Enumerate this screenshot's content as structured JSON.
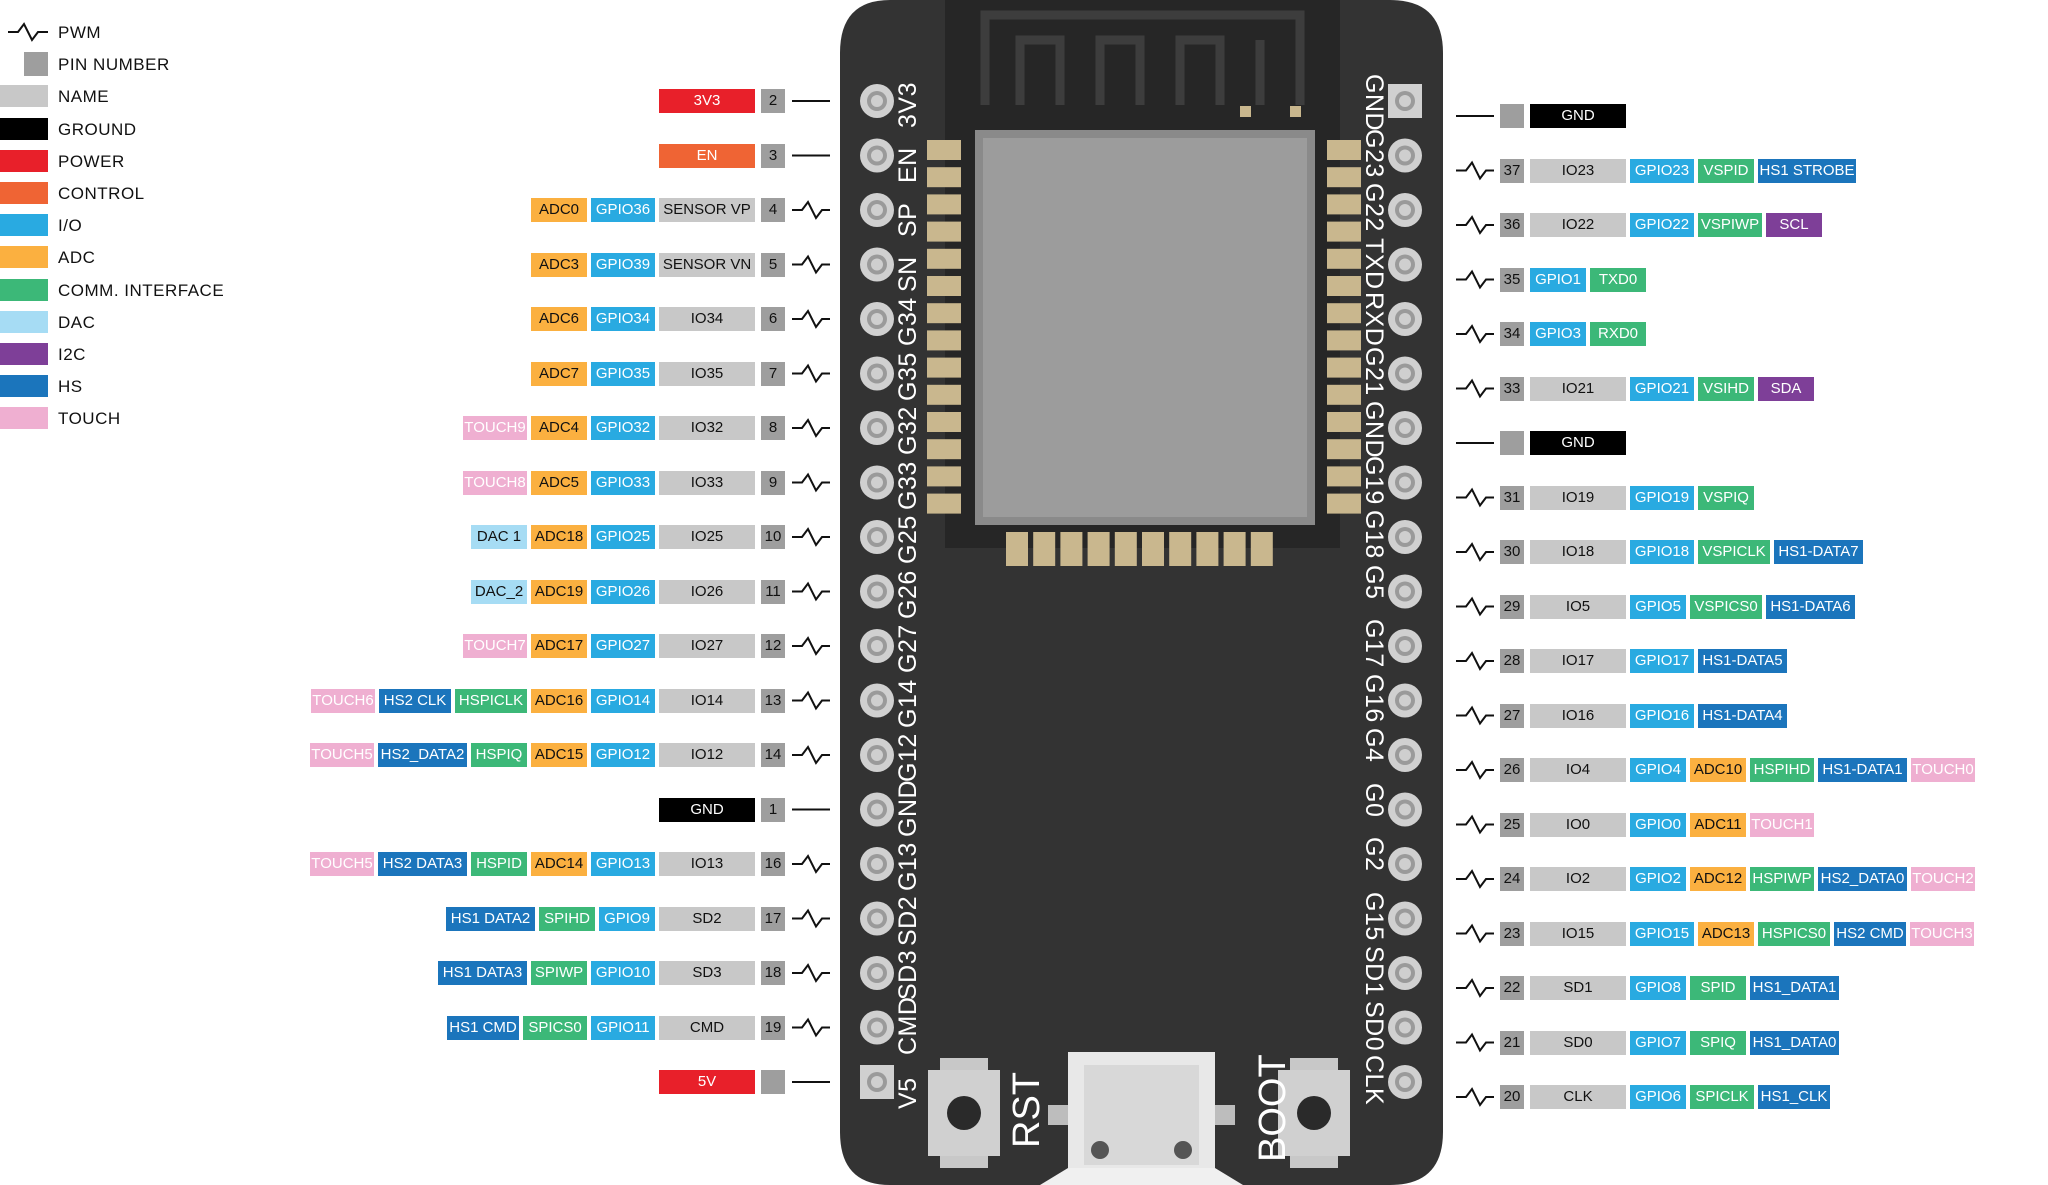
{
  "legend": [
    {
      "label": "PWM",
      "kind": "pwm",
      "color": ""
    },
    {
      "label": "PIN NUMBER",
      "kind": "pin",
      "color": "#9e9e9e"
    },
    {
      "label": "NAME",
      "kind": "box",
      "color": "#c8c8c8"
    },
    {
      "label": "GROUND",
      "kind": "box",
      "color": "#000000"
    },
    {
      "label": "POWER",
      "kind": "box",
      "color": "#e8202a"
    },
    {
      "label": "CONTROL",
      "kind": "box",
      "color": "#ef6434"
    },
    {
      "label": "I/O",
      "kind": "box",
      "color": "#29aae1"
    },
    {
      "label": "ADC",
      "kind": "box",
      "color": "#fbb040"
    },
    {
      "label": "COMM. INTERFACE",
      "kind": "box",
      "color": "#3cb878"
    },
    {
      "label": "DAC",
      "kind": "box",
      "color": "#a6dcf4"
    },
    {
      "label": "I2C",
      "kind": "box",
      "color": "#7e3f98"
    },
    {
      "label": "HS",
      "kind": "box",
      "color": "#1b75bc"
    },
    {
      "label": "TOUCH",
      "kind": "box",
      "color": "#efafd1"
    }
  ],
  "colors": {
    "name": "#c8c8c8",
    "gnd": "#000000",
    "power": "#e8202a",
    "control": "#ef6434",
    "io": "#29aae1",
    "adc": "#fbb040",
    "comm": "#3cb878",
    "dac": "#a6dcf4",
    "i2c": "#7e3f98",
    "hs": "#1b75bc",
    "touch": "#efafd1",
    "pin": "#9e9e9e",
    "board": "#333333",
    "module": "#262626",
    "shield": "#9a9a9a"
  },
  "board": {
    "left_silk": [
      "3V3",
      "EN",
      "SP",
      "SN",
      "G34",
      "G35",
      "G32",
      "G33",
      "G25",
      "G26",
      "G27",
      "G14",
      "G12",
      "GND",
      "G13",
      "SD2",
      "SD3",
      "CMD",
      "V5"
    ],
    "right_silk": [
      "GND",
      "G23",
      "G22",
      "TXD",
      "RXD",
      "G21",
      "GND",
      "G19",
      "G18",
      "G5",
      "G17",
      "G16",
      "G4",
      "G0",
      "G2",
      "G15",
      "SD1",
      "SD0",
      "CLK"
    ],
    "rst_label": "RST",
    "boot_label": "BOOT"
  },
  "left_pins": [
    {
      "pin": "2",
      "pwm": false,
      "labels": [
        [
          "power",
          "3V3"
        ]
      ]
    },
    {
      "pin": "3",
      "pwm": false,
      "labels": [
        [
          "control",
          "EN"
        ]
      ]
    },
    {
      "pin": "4",
      "pwm": true,
      "labels": [
        [
          "name",
          "SENSOR VP"
        ],
        [
          "io",
          "GPIO36"
        ],
        [
          "adc",
          "ADC0"
        ]
      ]
    },
    {
      "pin": "5",
      "pwm": true,
      "labels": [
        [
          "name",
          "SENSOR VN"
        ],
        [
          "io",
          "GPIO39"
        ],
        [
          "adc",
          "ADC3"
        ]
      ]
    },
    {
      "pin": "6",
      "pwm": true,
      "labels": [
        [
          "name",
          "IO34"
        ],
        [
          "io",
          "GPIO34"
        ],
        [
          "adc",
          "ADC6"
        ]
      ]
    },
    {
      "pin": "7",
      "pwm": true,
      "labels": [
        [
          "name",
          "IO35"
        ],
        [
          "io",
          "GPIO35"
        ],
        [
          "adc",
          "ADC7"
        ]
      ]
    },
    {
      "pin": "8",
      "pwm": true,
      "labels": [
        [
          "name",
          "IO32"
        ],
        [
          "io",
          "GPIO32"
        ],
        [
          "adc",
          "ADC4"
        ],
        [
          "touch",
          "TOUCH9"
        ]
      ]
    },
    {
      "pin": "9",
      "pwm": true,
      "labels": [
        [
          "name",
          "IO33"
        ],
        [
          "io",
          "GPIO33"
        ],
        [
          "adc",
          "ADC5"
        ],
        [
          "touch",
          "TOUCH8"
        ]
      ]
    },
    {
      "pin": "10",
      "pwm": true,
      "labels": [
        [
          "name",
          "IO25"
        ],
        [
          "io",
          "GPIO25"
        ],
        [
          "adc",
          "ADC18"
        ],
        [
          "dac",
          "DAC 1"
        ]
      ]
    },
    {
      "pin": "11",
      "pwm": true,
      "labels": [
        [
          "name",
          "IO26"
        ],
        [
          "io",
          "GPIO26"
        ],
        [
          "adc",
          "ADC19"
        ],
        [
          "dac",
          "DAC_2"
        ]
      ]
    },
    {
      "pin": "12",
      "pwm": true,
      "labels": [
        [
          "name",
          "IO27"
        ],
        [
          "io",
          "GPIO27"
        ],
        [
          "adc",
          "ADC17"
        ],
        [
          "touch",
          "TOUCH7"
        ]
      ]
    },
    {
      "pin": "13",
      "pwm": true,
      "labels": [
        [
          "name",
          "IO14"
        ],
        [
          "io",
          "GPIO14"
        ],
        [
          "adc",
          "ADC16"
        ],
        [
          "comm",
          "HSPICLK"
        ],
        [
          "hs",
          "HS2 CLK"
        ],
        [
          "touch",
          "TOUCH6"
        ]
      ]
    },
    {
      "pin": "14",
      "pwm": true,
      "labels": [
        [
          "name",
          "IO12"
        ],
        [
          "io",
          "GPIO12"
        ],
        [
          "adc",
          "ADC15"
        ],
        [
          "comm",
          "HSPIQ"
        ],
        [
          "hs",
          "HS2_DATA2"
        ],
        [
          "touch",
          "TOUCH5"
        ]
      ]
    },
    {
      "pin": "1",
      "pwm": false,
      "labels": [
        [
          "gnd",
          "GND"
        ]
      ]
    },
    {
      "pin": "16",
      "pwm": true,
      "labels": [
        [
          "name",
          "IO13"
        ],
        [
          "io",
          "GPIO13"
        ],
        [
          "adc",
          "ADC14"
        ],
        [
          "comm",
          "HSPID"
        ],
        [
          "hs",
          "HS2 DATA3"
        ],
        [
          "touch",
          "TOUCH5"
        ]
      ]
    },
    {
      "pin": "17",
      "pwm": true,
      "labels": [
        [
          "name",
          "SD2"
        ],
        [
          "io",
          "GPIO9"
        ],
        [
          "comm",
          "SPIHD"
        ],
        [
          "hs",
          "HS1 DATA2"
        ]
      ]
    },
    {
      "pin": "18",
      "pwm": true,
      "labels": [
        [
          "name",
          "SD3"
        ],
        [
          "io",
          "GPIO10"
        ],
        [
          "comm",
          "SPIWP"
        ],
        [
          "hs",
          "HS1 DATA3"
        ]
      ]
    },
    {
      "pin": "19",
      "pwm": true,
      "labels": [
        [
          "name",
          "CMD"
        ],
        [
          "io",
          "GPIO11"
        ],
        [
          "comm",
          "SPICS0"
        ],
        [
          "hs",
          "HS1 CMD"
        ]
      ]
    },
    {
      "pin": "",
      "pwm": false,
      "labels": [
        [
          "power",
          "5V"
        ]
      ]
    }
  ],
  "right_pins": [
    {
      "pin": "",
      "pwm": false,
      "labels": [
        [
          "gnd",
          "GND"
        ]
      ]
    },
    {
      "pin": "37",
      "pwm": true,
      "labels": [
        [
          "name",
          "IO23"
        ],
        [
          "io",
          "GPIO23"
        ],
        [
          "comm",
          "VSPID"
        ],
        [
          "hs",
          "HS1 STROBE"
        ]
      ]
    },
    {
      "pin": "36",
      "pwm": true,
      "labels": [
        [
          "name",
          "IO22"
        ],
        [
          "io",
          "GPIO22"
        ],
        [
          "comm",
          "VSPIWP"
        ],
        [
          "i2c",
          "SCL"
        ]
      ]
    },
    {
      "pin": "35",
      "pwm": true,
      "labels": [
        [
          "io",
          "GPIO1"
        ],
        [
          "comm",
          "TXD0"
        ]
      ]
    },
    {
      "pin": "34",
      "pwm": true,
      "labels": [
        [
          "io",
          "GPIO3"
        ],
        [
          "comm",
          "RXD0"
        ]
      ]
    },
    {
      "pin": "33",
      "pwm": true,
      "labels": [
        [
          "name",
          "IO21"
        ],
        [
          "io",
          "GPIO21"
        ],
        [
          "comm",
          "VSIHD"
        ],
        [
          "i2c",
          "SDA"
        ]
      ]
    },
    {
      "pin": "",
      "pwm": false,
      "labels": [
        [
          "gnd",
          "GND"
        ]
      ]
    },
    {
      "pin": "31",
      "pwm": true,
      "labels": [
        [
          "name",
          "IO19"
        ],
        [
          "io",
          "GPIO19"
        ],
        [
          "comm",
          "VSPIQ"
        ]
      ]
    },
    {
      "pin": "30",
      "pwm": true,
      "labels": [
        [
          "name",
          "IO18"
        ],
        [
          "io",
          "GPIO18"
        ],
        [
          "comm",
          "VSPICLK"
        ],
        [
          "hs",
          "HS1-DATA7"
        ]
      ]
    },
    {
      "pin": "29",
      "pwm": true,
      "labels": [
        [
          "name",
          "IO5"
        ],
        [
          "io",
          "GPIO5"
        ],
        [
          "comm",
          "VSPICS0"
        ],
        [
          "hs",
          "HS1-DATA6"
        ]
      ]
    },
    {
      "pin": "28",
      "pwm": true,
      "labels": [
        [
          "name",
          "IO17"
        ],
        [
          "io",
          "GPIO17"
        ],
        [
          "hs",
          "HS1-DATA5"
        ]
      ]
    },
    {
      "pin": "27",
      "pwm": true,
      "labels": [
        [
          "name",
          "IO16"
        ],
        [
          "io",
          "GPIO16"
        ],
        [
          "hs",
          "HS1-DATA4"
        ]
      ]
    },
    {
      "pin": "26",
      "pwm": true,
      "labels": [
        [
          "name",
          "IO4"
        ],
        [
          "io",
          "GPIO4"
        ],
        [
          "adc",
          "ADC10"
        ],
        [
          "comm",
          "HSPIHD"
        ],
        [
          "hs",
          "HS1-DATA1"
        ],
        [
          "touch",
          "TOUCH0"
        ]
      ]
    },
    {
      "pin": "25",
      "pwm": true,
      "labels": [
        [
          "name",
          "IO0"
        ],
        [
          "io",
          "GPIO0"
        ],
        [
          "adc",
          "ADC11"
        ],
        [
          "touch",
          "TOUCH1"
        ]
      ]
    },
    {
      "pin": "24",
      "pwm": true,
      "labels": [
        [
          "name",
          "IO2"
        ],
        [
          "io",
          "GPIO2"
        ],
        [
          "adc",
          "ADC12"
        ],
        [
          "comm",
          "HSPIWP"
        ],
        [
          "hs",
          "HS2_DATA0"
        ],
        [
          "touch",
          "TOUCH2"
        ]
      ]
    },
    {
      "pin": "23",
      "pwm": true,
      "labels": [
        [
          "name",
          "IO15"
        ],
        [
          "io",
          "GPIO15"
        ],
        [
          "adc",
          "ADC13"
        ],
        [
          "comm",
          "HSPICS0"
        ],
        [
          "hs",
          "HS2 CMD"
        ],
        [
          "touch",
          "TOUCH3"
        ]
      ]
    },
    {
      "pin": "22",
      "pwm": true,
      "labels": [
        [
          "name",
          "SD1"
        ],
        [
          "io",
          "GPIO8"
        ],
        [
          "comm",
          "SPID"
        ],
        [
          "hs",
          "HS1_DATA1"
        ]
      ]
    },
    {
      "pin": "21",
      "pwm": true,
      "labels": [
        [
          "name",
          "SD0"
        ],
        [
          "io",
          "GPIO7"
        ],
        [
          "comm",
          "SPIQ"
        ],
        [
          "hs",
          "HS1_DATA0"
        ]
      ]
    },
    {
      "pin": "20",
      "pwm": true,
      "labels": [
        [
          "name",
          "CLK"
        ],
        [
          "io",
          "GPIO6"
        ],
        [
          "comm",
          "SPICLK"
        ],
        [
          "hs",
          "HS1_CLK"
        ]
      ]
    }
  ]
}
